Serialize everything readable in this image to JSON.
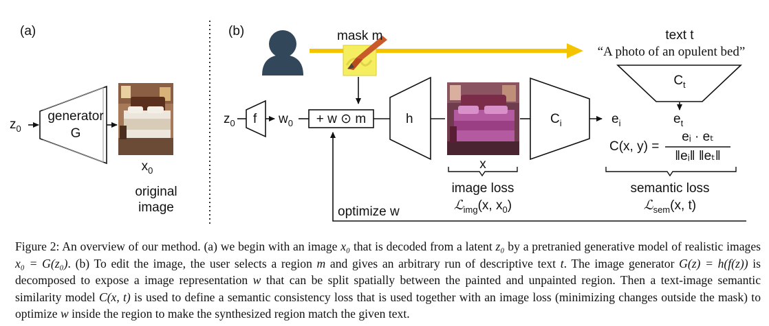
{
  "panel_a": {
    "tag": "(a)",
    "input_label": "z",
    "input_sub": "0",
    "generator_line1": "generator",
    "generator_line2": "G",
    "output_label": "x",
    "output_sub": "0",
    "caption_line1": "original",
    "caption_line2": "image"
  },
  "panel_b": {
    "tag": "(b)",
    "mask_label": "mask m",
    "text_label": "text t",
    "text_quote": "“A photo of an opulent bed”",
    "ct_label": "C",
    "ct_sub": "t",
    "z_label": "z",
    "z_sub": "0",
    "f_label": "f",
    "w_label": "w",
    "w_sub": "0",
    "mix_label": "+ w ⊙ m",
    "h_label": "h",
    "ci_label": "C",
    "ci_sub": "i",
    "ei_label": "e",
    "ei_sub": "i",
    "et_label": "e",
    "et_sub": "t",
    "similarity_lhs": "C(x, y) =",
    "numerator": "eᵢ · eₜ",
    "denominator": "‖eᵢ‖  ‖eₜ‖",
    "x_label": "x",
    "image_loss_label": "image loss",
    "image_loss_sym": "ℒ",
    "image_loss_sub": "img",
    "image_loss_args": "(x, x",
    "image_loss_args_sub": "0",
    "image_loss_close": ")",
    "semantic_loss_label": "semantic loss",
    "semantic_loss_sym": "ℒ",
    "semantic_loss_sub": "sem",
    "semantic_loss_args": "(x, t)",
    "optimize_label": "optimize w"
  },
  "colors": {
    "arrow_yellow": "#f5c400",
    "person": "#33475a",
    "line": "#111111"
  },
  "caption": {
    "p1": "Figure 2: An overview of our method. (a) we begin with an image ",
    "m1": "x₀",
    "p2": " that is decoded from a latent ",
    "m2": "z₀",
    "p3": " by a pretranied generative model of realistic images ",
    "m3": "x₀ = G(z₀)",
    "p4": ". (b) To edit the image, the user selects a region ",
    "m4": "m",
    "p5": " and gives an arbitrary run of descriptive text ",
    "m5": "t",
    "p6": ". The image generator ",
    "m6": "G(z) = h(f(z))",
    "p7": " is decomposed to expose a image representation ",
    "m7": "w",
    "p8": " that can be split spatially between the painted and unpainted region. Then a text-image semantic similarity model ",
    "m8": "C(x, t)",
    "p9": " is used to define a semantic consistency loss that is used together with an image loss (minimizing changes outside the mask) to optimize ",
    "m9": "w",
    "p10": " inside the region to make the synthesized region match the given text."
  }
}
